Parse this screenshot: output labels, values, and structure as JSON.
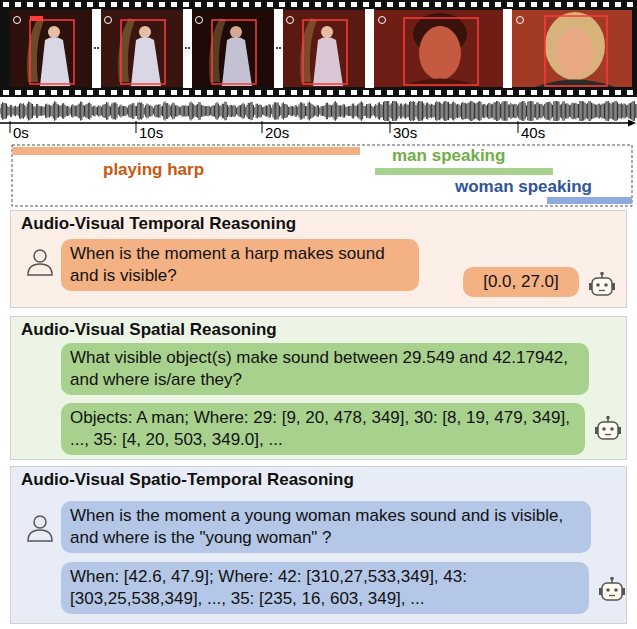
{
  "diagram": {
    "nodes": [
      {
        "text": [
          "Audio-Visual Temporal Reasoning"
        ]
      },
      {
        "text": [
          "When is the moment a harp makes sound and is visible?"
        ],
        "in": 0
      },
      {
        "text": [
          "[0.0, 27.0]"
        ],
        "in": 0
      },
      {
        "text": [
          "Audio-Visual Spatial Reasoning"
        ]
      },
      {
        "text": [
          "What visible object(s) make sound between 29.549 and 42.17942, and where is/are they?"
        ],
        "in": 3
      },
      {
        "text": [
          "Objects: A man; Where: 29: [9, 20, 478, 349], 30: [8, 19, 479, 349], ..., 35: [4, 20, 503, 349.0], ..."
        ],
        "in": 3
      },
      {
        "text": [
          "Audio-Visual Spatio-Temporal Reasoning"
        ]
      },
      {
        "text": [
          "When is the moment a young woman makes sound and is visible, and where is the \"young woman\" ?"
        ],
        "in": 6
      },
      {
        "text": [
          "When: [42.6, 47.9]; Where: 42: [310,27,533,349], 43: [303,25,538,349], ..., 35: [235, 16, 603, 349], ..."
        ],
        "in": 6
      }
    ],
    "labels": [
      "0s",
      "10s",
      "20s",
      "30s",
      "40s",
      "playing harp",
      "man speaking",
      "woman speaking"
    ]
  }
}
